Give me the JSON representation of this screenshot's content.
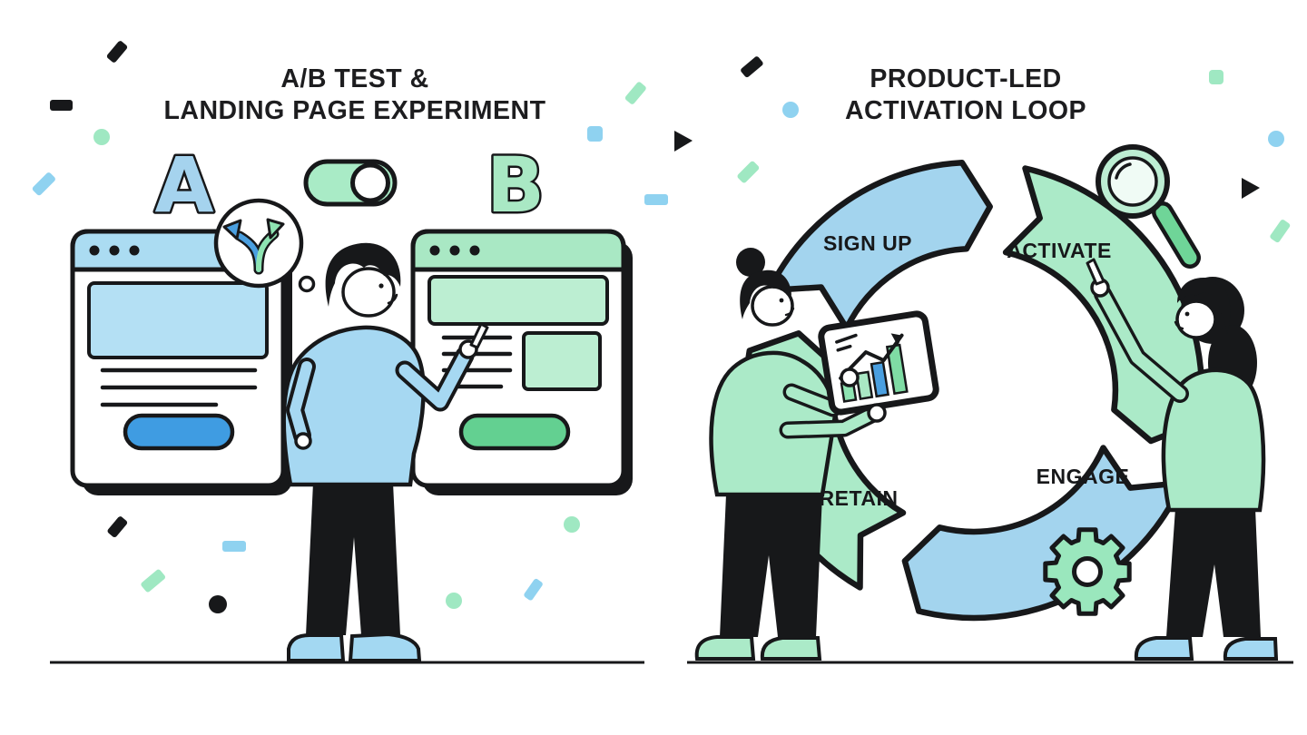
{
  "left_panel": {
    "title_line1": "A/B TEST &",
    "title_line2": "LANDING PAGE EXPERIMENT",
    "variant_a": {
      "label": "A",
      "color": "#a5d3ee"
    },
    "variant_b": {
      "label": "B",
      "color": "#a9e8c4"
    },
    "toggle": {
      "state": "on",
      "track_color": "#a9ebc6",
      "knob_color": "#ffffff"
    },
    "window_a": {
      "header_color": "#abdcf2",
      "hero_color": "#b4e0f4",
      "button_color": "#3f9ce2",
      "text_lines": 3
    },
    "window_b": {
      "header_color": "#a9e8c4",
      "banner_color": "#bceed2",
      "button_color": "#63d091",
      "text_lines": 4
    },
    "thought_icon": "split-arrow-icon"
  },
  "right_panel": {
    "title_line1": "PRODUCT-LED",
    "title_line2": "ACTIVATION LOOP",
    "steps": [
      {
        "label": "SIGN UP",
        "color": "#a3d4ee"
      },
      {
        "label": "ACTIVATE",
        "color": "#abeac8"
      },
      {
        "label": "ENGAGE",
        "color": "#a3d4ee"
      },
      {
        "label": "RETAIN",
        "color": "#abeac8"
      }
    ],
    "icons": {
      "magnifier": "magnifier-icon",
      "gear": "gear-icon",
      "tablet": "bar-chart-icon"
    }
  },
  "colors": {
    "ink": "#17181a",
    "background": "#ffffff",
    "blue": "#a3d4ee",
    "green": "#abeac8"
  }
}
